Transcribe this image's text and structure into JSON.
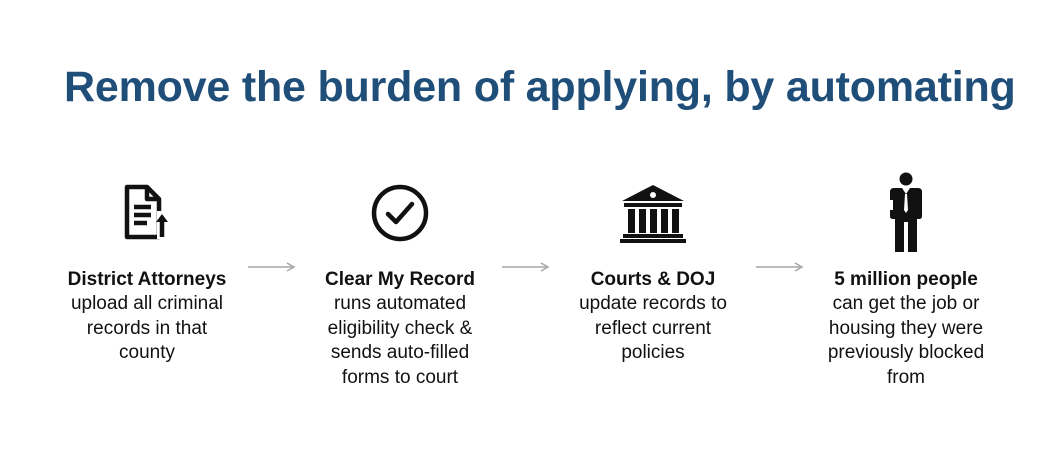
{
  "title": "Remove the burden of applying, by automating",
  "steps": [
    {
      "icon": "document-upload-icon",
      "title": "District Attorneys",
      "description": "upload all criminal records in that county"
    },
    {
      "icon": "checkmark-circle-icon",
      "title": "Clear My Record",
      "description": "runs automated eligibility check & sends auto-filled forms to court"
    },
    {
      "icon": "courthouse-icon",
      "title": "Courts & DOJ",
      "description": "update records to reflect current policies"
    },
    {
      "icon": "person-icon",
      "title": "5 million people",
      "description": "can get the job or housing they were previously blocked from"
    }
  ],
  "colors": {
    "title": "#1f4e79",
    "text": "#111111",
    "arrow": "#a6a6a6"
  }
}
